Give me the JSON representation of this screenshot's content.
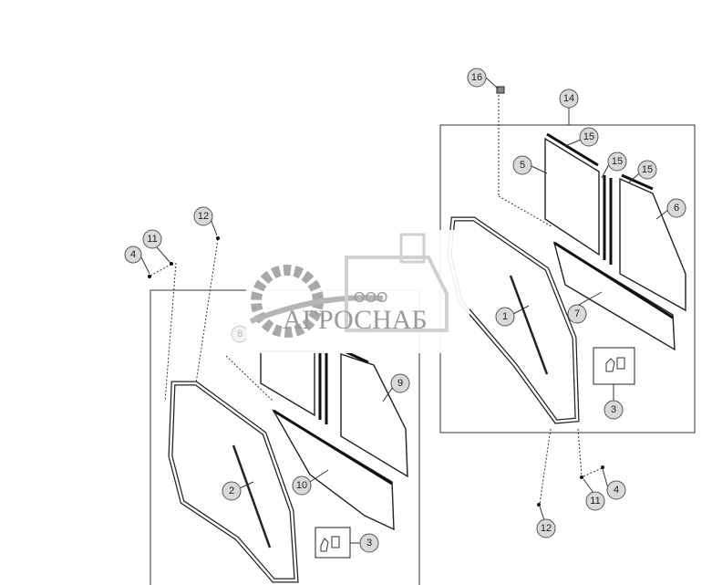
{
  "diagram": {
    "callouts_right": [
      "16",
      "14",
      "15",
      "15",
      "15",
      "5",
      "6",
      "1",
      "7",
      "3",
      "4",
      "11",
      "12"
    ],
    "callouts_left": [
      "12",
      "11",
      "4",
      "8",
      "9",
      "2",
      "10",
      "3"
    ]
  },
  "watermark": {
    "company_prefix": "ООО",
    "company_name": "АГРОСНАБ"
  }
}
